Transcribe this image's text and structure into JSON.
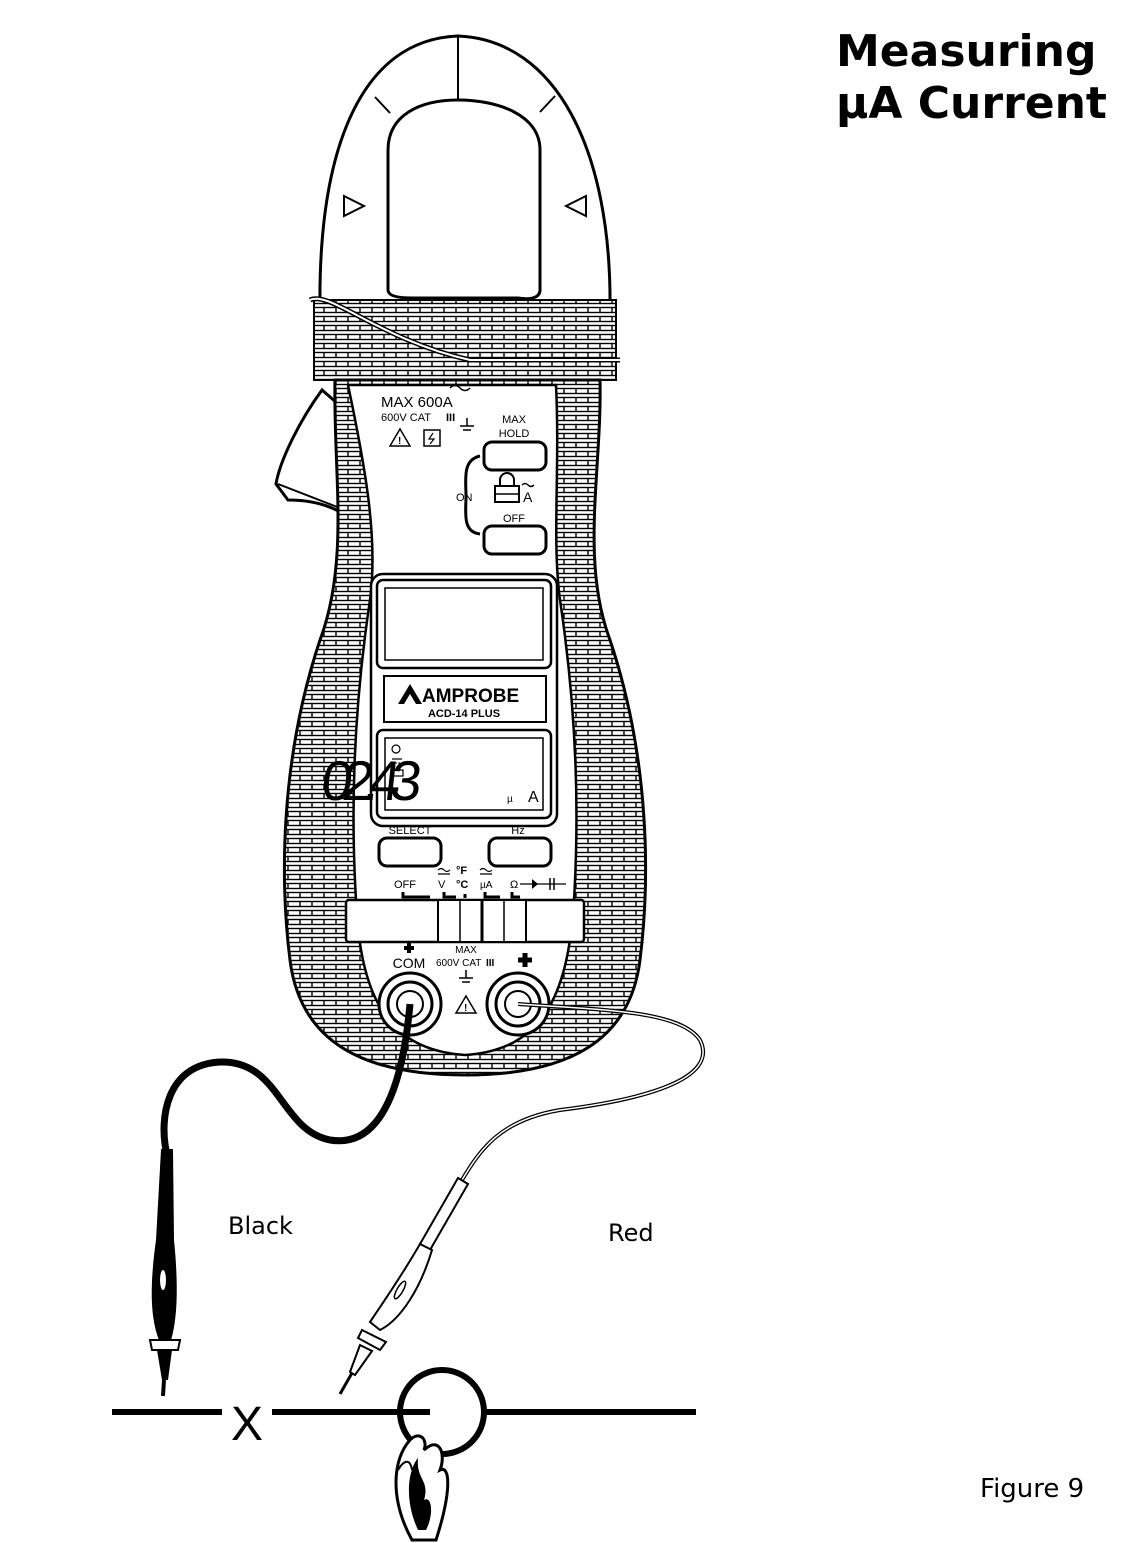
{
  "title": {
    "line1": "Measuring",
    "line2": "µA Current"
  },
  "figure_label": "Figure 9",
  "lead_labels": {
    "black": "Black",
    "red": "Red"
  },
  "meter": {
    "clamp_rating": "MAX 600A",
    "cat_rating": "600V CAT",
    "cat_numeral": "III",
    "max_hold_line1": "MAX",
    "max_hold_line2": "HOLD",
    "on_label": "ON",
    "off_label": "OFF",
    "amp_symbol": "A",
    "brand": "AMPROBE",
    "model": "ACD-14 PLUS",
    "display_value": "02.43",
    "display_unit_prefix": "µ",
    "display_unit": "A",
    "select_label": "SELECT",
    "hz_label": "Hz",
    "dial": {
      "off": "OFF",
      "v": "V",
      "degf": "°F",
      "degc": "°C",
      "ua": "µA",
      "ohm": "Ω"
    },
    "jack_com": "COM",
    "jack_max": "MAX",
    "jack_cat": "600V CAT",
    "jack_numeral": "III"
  },
  "circuit": {
    "break_mark": "X"
  }
}
